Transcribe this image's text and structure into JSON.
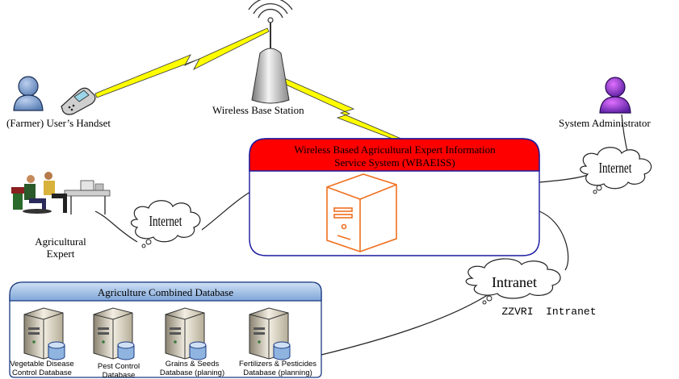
{
  "labels": {
    "handset": "(Farmer) User’s Handset",
    "base_station": "Wireless Base Station",
    "administrator": "System Administrator",
    "system_title_line1": "Wireless Based Agricultural Expert Information",
    "system_title_line2": "Service System (WBAEISS)",
    "expert_line1": "Agricultural",
    "expert_line2": "Expert",
    "cloud_internet_left": "Internet",
    "cloud_internet_right": "Internet",
    "cloud_intranet": "Intranet",
    "intranet_caption": "ZZVRI  Intranet",
    "database_group_title": "Agriculture Combined Database"
  },
  "databases": [
    {
      "line1": "Vegetable Disease",
      "line2": "Control Database"
    },
    {
      "line1": "Pest Control",
      "line2": "Database"
    },
    {
      "line1": "Grains & Seeds",
      "line2": "Database (planing)"
    },
    {
      "line1": "Fertilizers & Pesticides",
      "line2": "Database (planning)"
    }
  ],
  "colors": {
    "system_header": "#ff0000",
    "system_border": "#1a1aa0",
    "server_orange": "#f07020",
    "lightning": "#ffff00",
    "person_blue": "#6b8fc0",
    "admin_purple": "#8a2be2",
    "db_group_header": "#8fb4e0"
  }
}
